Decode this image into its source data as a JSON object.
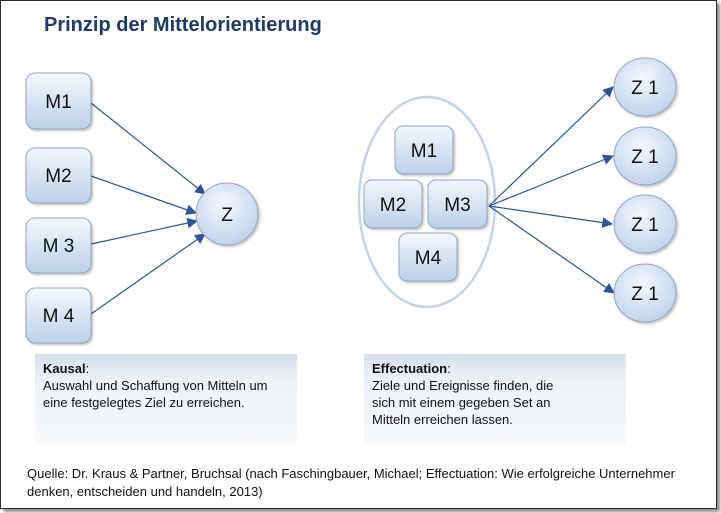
{
  "title": "Prinzip der Mittelorientierung",
  "left_nodes": [
    "M1",
    "M2",
    "M 3",
    "M 4"
  ],
  "left_goal": "Z",
  "right_means": [
    "M1",
    "M2",
    "M3",
    "M4"
  ],
  "right_goals": [
    "Z 1",
    "Z 1",
    "Z 1",
    "Z 1"
  ],
  "kausal": {
    "heading": "Kausal",
    "colon": ":",
    "text": "Auswahl und Schaffung von Mitteln um eine festgelegtes Ziel zu erreichen."
  },
  "effectuation": {
    "heading": "Effectuation",
    "colon": ":",
    "text": "Ziele und Ereignisse finden, die sich mit einem gegeben Set an Mitteln erreichen lassen."
  },
  "source": "Quelle: Dr. Kraus & Partner, Bruchsal (nach Faschingbauer, Michael; Effectuation: Wie erfolgreiche Unternehmer denken, entscheiden und handeln, 2013)",
  "colors": {
    "title": "#1f3a64",
    "arrow": "#2f5597",
    "node_fill_top": "#f3f7fc",
    "node_fill_bottom": "#bdd0ea",
    "node_stroke": "#8fa7c6"
  }
}
